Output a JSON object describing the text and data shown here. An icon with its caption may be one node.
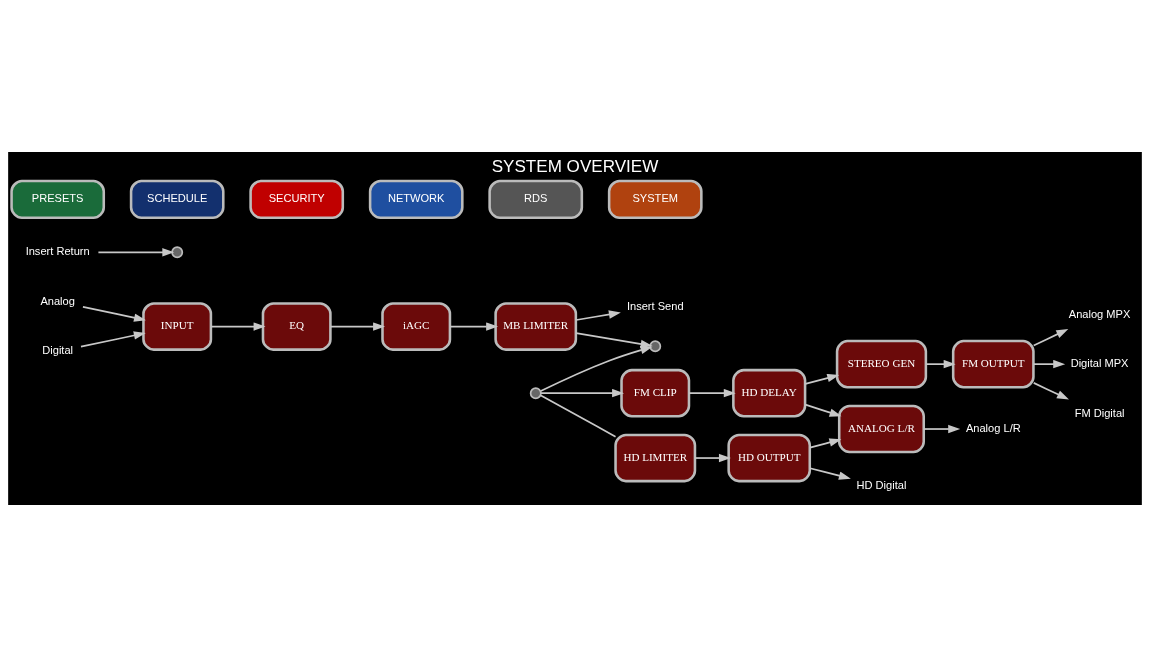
{
  "diagram": {
    "title": "SYSTEM OVERVIEW",
    "nodes": [
      {
        "text": [
          "Analog"
        ]
      },
      {
        "text": [
          "Digital"
        ]
      },
      {
        "text": [
          "INPUT"
        ]
      },
      {
        "text": [
          "EQ"
        ]
      },
      {
        "text": [
          "iAGC"
        ]
      },
      {
        "text": [
          "MB LIMITER"
        ]
      },
      {
        "text": [
          "Insert Send"
        ]
      },
      {
        "text": [],
        "shape": "circle"
      },
      {
        "text": [
          "Insert Return"
        ]
      },
      {
        "text": [],
        "shape": "circle"
      },
      {
        "text": [],
        "shape": "circle"
      },
      {
        "text": [
          "FM CLIP"
        ]
      },
      {
        "text": [
          "HD DELAY"
        ]
      },
      {
        "text": [
          "STEREO GEN"
        ]
      },
      {
        "text": [
          "FM OUTPUT"
        ]
      },
      {
        "text": [
          "Analog MPX"
        ]
      },
      {
        "text": [
          "Digital MPX"
        ]
      },
      {
        "text": [
          "FM Digital"
        ]
      },
      {
        "text": [
          "HD LIMITER"
        ]
      },
      {
        "text": [
          "HD OUTPUT"
        ]
      },
      {
        "text": [
          "ANALOG L/R"
        ]
      },
      {
        "text": [
          "Analog L/R"
        ]
      },
      {
        "text": [
          "HD Digital"
        ]
      },
      {
        "text": [
          "PRESETS"
        ]
      },
      {
        "text": [
          "SCHEDULE"
        ]
      },
      {
        "text": [
          "SECURITY"
        ]
      },
      {
        "text": [
          "NETWORK"
        ]
      },
      {
        "text": [
          "RDS"
        ]
      },
      {
        "text": [
          "SYSTEM"
        ]
      }
    ],
    "edges": [
      {
        "from": 0,
        "to": 2,
        "arrow": "to"
      },
      {
        "from": 1,
        "to": 2,
        "arrow": "to"
      },
      {
        "from": 2,
        "to": 3,
        "arrow": "to"
      },
      {
        "from": 3,
        "to": 4,
        "arrow": "to"
      },
      {
        "from": 4,
        "to": 5,
        "arrow": "to"
      },
      {
        "from": 5,
        "to": 6,
        "arrow": "to"
      },
      {
        "from": 5,
        "to": 7,
        "arrow": "to"
      },
      {
        "from": 8,
        "to": 9,
        "arrow": "to"
      },
      {
        "from": 10,
        "to": 7,
        "arrow": "to"
      },
      {
        "from": 10,
        "to": 11,
        "arrow": "to"
      },
      {
        "from": 10,
        "to": 18,
        "arrow": "none"
      },
      {
        "from": 11,
        "to": 12,
        "arrow": "to"
      },
      {
        "from": 12,
        "to": 13,
        "arrow": "to"
      },
      {
        "from": 13,
        "to": 14,
        "arrow": "to"
      },
      {
        "from": 14,
        "to": 15,
        "arrow": "to"
      },
      {
        "from": 14,
        "to": 16,
        "arrow": "to"
      },
      {
        "from": 14,
        "to": 17,
        "arrow": "to"
      },
      {
        "from": 12,
        "to": 20,
        "arrow": "to"
      },
      {
        "from": 18,
        "to": 19,
        "arrow": "to"
      },
      {
        "from": 19,
        "to": 20,
        "arrow": "to"
      },
      {
        "from": 19,
        "to": 22,
        "arrow": "to"
      },
      {
        "from": 20,
        "to": 21,
        "arrow": "to"
      }
    ]
  }
}
